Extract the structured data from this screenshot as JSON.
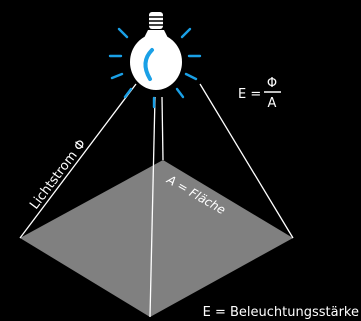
{
  "labels": {
    "luminous_flux": "Lichtstrom Φ",
    "area": "A = Fläche",
    "illuminance": "E = Beleuchtungsstärke",
    "formula_lhs": "E =",
    "formula_numerator": "Φ",
    "formula_denominator": "A"
  },
  "colors": {
    "background": "#000000",
    "plane": "#808080",
    "lines": "#ffffff",
    "rays": "#1aa0e6",
    "bulb": "#ffffff",
    "filament": "#1aa0e6"
  },
  "icons": {
    "light_source": "light-bulb-icon"
  }
}
